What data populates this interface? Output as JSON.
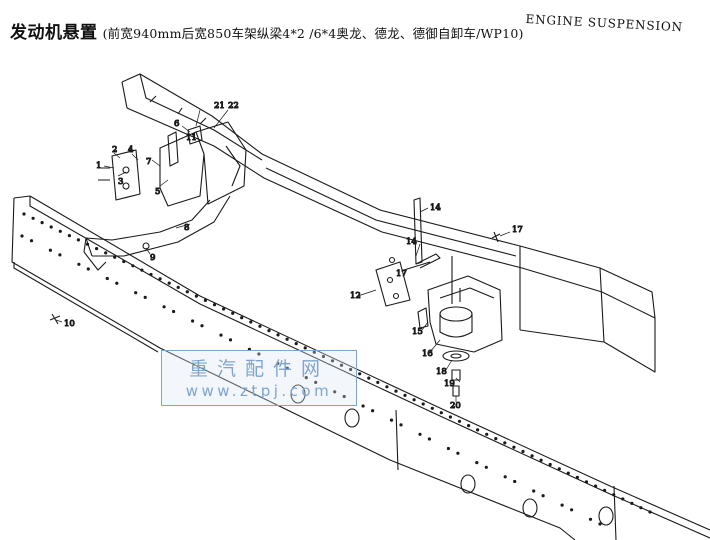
{
  "title": {
    "main": "发动机悬置",
    "sub": "(前宽940mm后宽850车架纵梁4*2 /6*4奥龙、德龙、德御自卸车/WP10)",
    "english": "ENGINE SUSPENSION"
  },
  "watermark": {
    "line1": "重汽配件网",
    "line2": "www.ztpj.com",
    "color": "#7fa4cf"
  },
  "callouts": [
    "1",
    "2",
    "3",
    "4",
    "5",
    "6",
    "7",
    "8",
    "9",
    "10",
    "11",
    "12",
    "14",
    "14",
    "15",
    "16",
    "17",
    "17",
    "18",
    "19",
    "20",
    "21",
    "22"
  ],
  "colors": {
    "line": "#1a1a1a",
    "background": "#ffffff"
  }
}
